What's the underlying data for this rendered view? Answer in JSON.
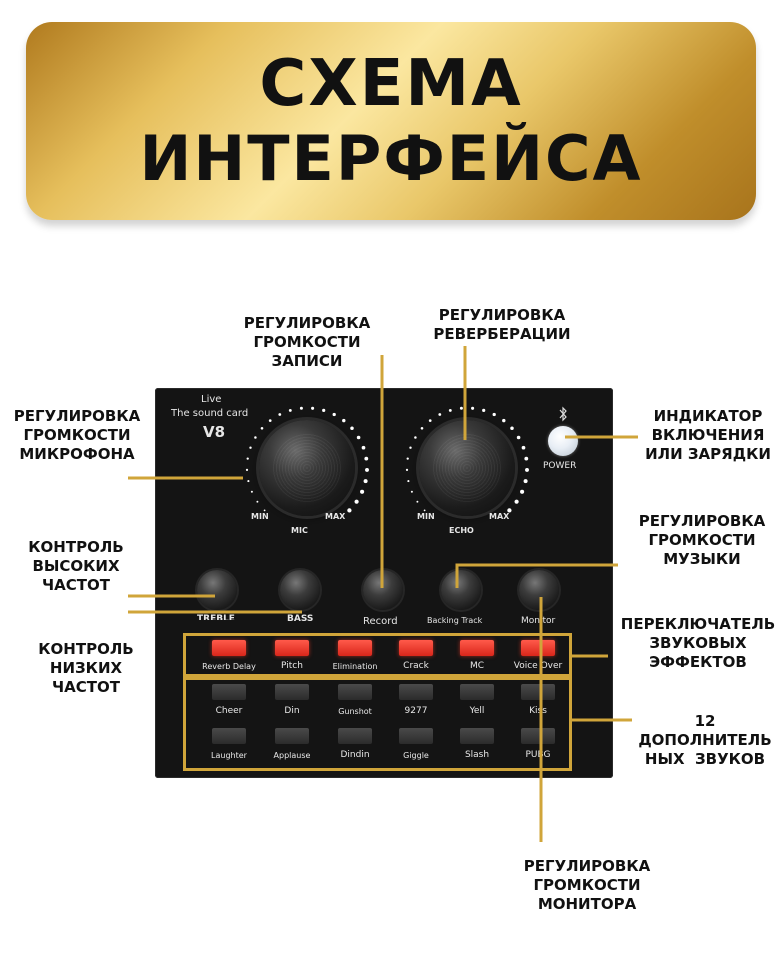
{
  "banner": {
    "line1": "СХЕМА",
    "line2": "ИНТЕРФЕЙСА"
  },
  "device": {
    "brand_line1": "Live",
    "brand_line2": "The sound card",
    "model": "V8",
    "mic": {
      "min": "MIN",
      "label": "MIC",
      "max": "MAX"
    },
    "echo": {
      "min": "MIN",
      "label": "ECHO",
      "max": "MAX"
    },
    "power_label": "POWER",
    "bluetooth_icon": "bluetooth-icon",
    "knobs": [
      "TREBLE",
      "BASS",
      "Record",
      "Backing Track",
      "Monitor"
    ],
    "effect_pads": [
      "Reverb Delay",
      "Pitch",
      "Elimination",
      "Crack",
      "MC",
      "Voice Over"
    ],
    "sound_pads_row1": [
      "Cheer",
      "Din",
      "Gunshot",
      "9277",
      "Yell",
      "Kiss"
    ],
    "sound_pads_row2": [
      "Laughter",
      "Applause",
      "Dindin",
      "Giggle",
      "Slash",
      "PUBG"
    ]
  },
  "callouts": {
    "mic_volume": [
      "РЕГУЛИРОВКА",
      "ГРОМКОСТИ",
      "МИКРОФОНА"
    ],
    "record_volume": [
      "РЕГУЛИРОВКА",
      "ГРОМКОСТИ",
      "ЗАПИСИ"
    ],
    "reverb": [
      "РЕГУЛИРОВКА",
      "РЕВЕРБЕРАЦИИ"
    ],
    "power_indicator": [
      "ИНДИКАТОР",
      "ВКЛЮЧЕНИЯ",
      "ИЛИ ЗАРЯДКИ"
    ],
    "treble": [
      "КОНТРОЛЬ",
      "ВЫСОКИХ",
      "ЧАСТОТ"
    ],
    "music_volume": [
      "РЕГУЛИРОВКА",
      "ГРОМКОСТИ",
      "МУЗЫКИ"
    ],
    "bass": [
      "КОНТРОЛЬ",
      "НИЗКИХ",
      "ЧАСТОТ"
    ],
    "effects_switch": [
      "ПЕРЕКЛЮЧАТЕЛЬ",
      "ЗВУКОВЫХ",
      "ЭФФЕКТОВ"
    ],
    "extra_sounds": [
      "12",
      "ДОПОЛНИТЕЛЬ",
      "НЫХ  ЗВУКОВ"
    ],
    "monitor_volume": [
      "РЕГУЛИРОВКА",
      "ГРОМКОСТИ",
      "МОНИТОРА"
    ]
  },
  "colors": {
    "gold": "#d0a53a",
    "pad_red": "#e8321f",
    "device": "#141414"
  }
}
